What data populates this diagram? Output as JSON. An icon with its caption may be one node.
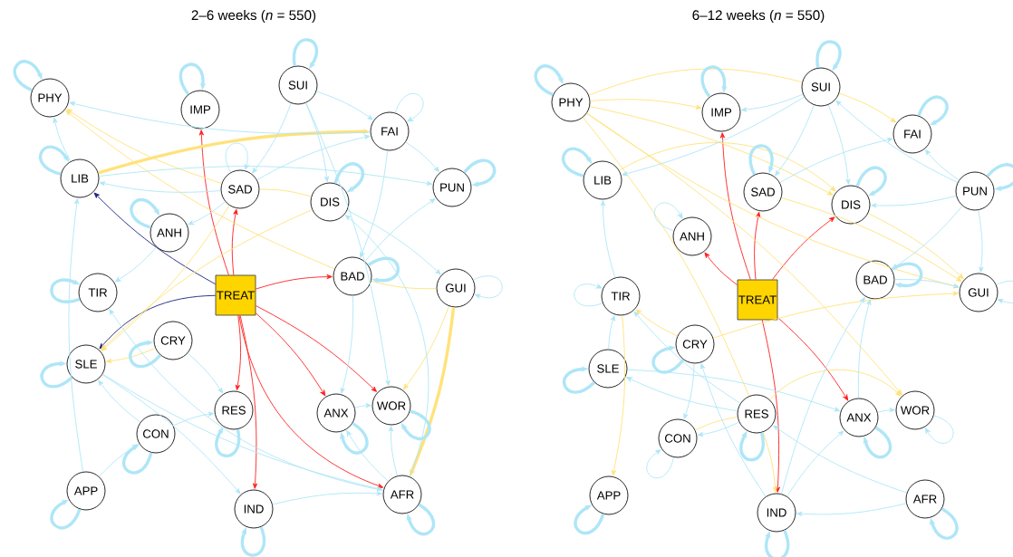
{
  "diagram": {
    "nodes": [
      {
        "text": [
          "PHY"
        ]
      },
      {
        "text": [
          "IMP"
        ]
      },
      {
        "text": [
          "SUI"
        ]
      },
      {
        "text": [
          "FAI"
        ]
      },
      {
        "text": [
          "LIB"
        ]
      },
      {
        "text": [
          "SAD"
        ]
      },
      {
        "text": [
          "DIS"
        ]
      },
      {
        "text": [
          "PUN"
        ]
      },
      {
        "text": [
          "ANH"
        ]
      },
      {
        "text": [
          "BAD"
        ]
      },
      {
        "text": [
          "GUI"
        ]
      },
      {
        "text": [
          "TIR"
        ]
      },
      {
        "text": [
          "TREAT"
        ]
      },
      {
        "text": [
          "CRY"
        ]
      },
      {
        "text": [
          "SLE"
        ]
      },
      {
        "text": [
          "RES"
        ]
      },
      {
        "text": [
          "ANX"
        ]
      },
      {
        "text": [
          "WOR"
        ]
      },
      {
        "text": [
          "CON"
        ]
      },
      {
        "text": [
          "APP"
        ]
      },
      {
        "text": [
          "IND"
        ]
      },
      {
        "text": [
          "AFR"
        ]
      },
      {
        "text": [
          "PHY"
        ]
      },
      {
        "text": [
          "IMP"
        ]
      },
      {
        "text": [
          "SUI"
        ]
      },
      {
        "text": [
          "FAI"
        ]
      },
      {
        "text": [
          "LIB"
        ]
      },
      {
        "text": [
          "SAD"
        ]
      },
      {
        "text": [
          "DIS"
        ]
      },
      {
        "text": [
          "PUN"
        ]
      },
      {
        "text": [
          "ANH"
        ]
      },
      {
        "text": [
          "BAD"
        ]
      },
      {
        "text": [
          "GUI"
        ]
      },
      {
        "text": [
          "TIR"
        ]
      },
      {
        "text": [
          "TREAT"
        ]
      },
      {
        "text": [
          "CRY"
        ]
      },
      {
        "text": [
          "SLE"
        ]
      },
      {
        "text": [
          "RES"
        ]
      },
      {
        "text": [
          "ANX"
        ]
      },
      {
        "text": [
          "WOR"
        ]
      },
      {
        "text": [
          "CON"
        ]
      },
      {
        "text": [
          "APP"
        ]
      },
      {
        "text": [
          "IND"
        ]
      },
      {
        "text": [
          "AFR"
        ]
      }
    ],
    "edges": [
      {
        "from": 12,
        "to": 1,
        "arrow": "to",
        "color": "#ff2020"
      },
      {
        "from": 12,
        "to": 5,
        "arrow": "to",
        "color": "#ff2020"
      },
      {
        "from": 12,
        "to": 9,
        "arrow": "to",
        "color": "#ff2020"
      },
      {
        "from": 12,
        "to": 15,
        "arrow": "to",
        "color": "#ff2020"
      },
      {
        "from": 12,
        "to": 20,
        "arrow": "to",
        "color": "#ff2020"
      },
      {
        "from": 12,
        "to": 16,
        "arrow": "to",
        "color": "#ff2020"
      },
      {
        "from": 12,
        "to": 17,
        "arrow": "to",
        "color": "#ff2020"
      },
      {
        "from": 12,
        "to": 21,
        "arrow": "to",
        "color": "#ff2020"
      },
      {
        "from": 12,
        "to": 4,
        "arrow": "to",
        "color": "#1a237e"
      },
      {
        "from": 12,
        "to": 14,
        "arrow": "to",
        "color": "#1a237e"
      },
      {
        "from": 4,
        "to": 3,
        "arrow": "to",
        "color": "#ffe27a",
        "style": "thick"
      },
      {
        "from": 5,
        "to": 0,
        "arrow": "to",
        "color": "#ffe27a"
      },
      {
        "from": 9,
        "to": 0,
        "arrow": "to",
        "color": "#ffe27a"
      },
      {
        "from": 5,
        "to": 6,
        "arrow": "none",
        "color": "#ffe27a"
      },
      {
        "from": 10,
        "to": 9,
        "arrow": "none",
        "color": "#ffe27a"
      },
      {
        "from": 6,
        "to": 14,
        "arrow": "to",
        "color": "#ffe27a"
      },
      {
        "from": 5,
        "to": 14,
        "arrow": "to",
        "color": "#ffe27a"
      },
      {
        "from": 13,
        "to": 14,
        "arrow": "to",
        "color": "#ffe27a"
      },
      {
        "from": 10,
        "to": 17,
        "arrow": "to",
        "color": "#ffe27a"
      },
      {
        "from": 10,
        "to": 21,
        "arrow": "to",
        "color": "#ffe27a",
        "style": "thick"
      },
      {
        "from": 2,
        "to": 3,
        "arrow": "to"
      },
      {
        "from": 2,
        "to": 5,
        "arrow": "to"
      },
      {
        "from": 2,
        "to": 6,
        "arrow": "to"
      },
      {
        "from": 2,
        "to": 17,
        "arrow": "to"
      },
      {
        "from": 3,
        "to": 7,
        "arrow": "to"
      },
      {
        "from": 4,
        "to": 7,
        "arrow": "to"
      },
      {
        "from": 5,
        "to": 3,
        "arrow": "to"
      },
      {
        "from": 6,
        "to": 10,
        "arrow": "to"
      },
      {
        "from": 9,
        "to": 7,
        "arrow": "to"
      },
      {
        "from": 3,
        "to": 9,
        "arrow": "to"
      },
      {
        "from": 5,
        "to": 4,
        "arrow": "to"
      },
      {
        "from": 4,
        "to": 0,
        "arrow": "to"
      },
      {
        "from": 3,
        "to": 0,
        "arrow": "to"
      },
      {
        "from": 5,
        "to": 8,
        "arrow": "to"
      },
      {
        "from": 8,
        "to": 11,
        "arrow": "to"
      },
      {
        "from": 13,
        "to": 15,
        "arrow": "to"
      },
      {
        "from": 18,
        "to": 14,
        "arrow": "to"
      },
      {
        "from": 18,
        "to": 15,
        "arrow": "to"
      },
      {
        "from": 19,
        "to": 18,
        "arrow": "to"
      },
      {
        "from": 19,
        "to": 4,
        "arrow": "to"
      },
      {
        "from": 14,
        "to": 21,
        "arrow": "to"
      },
      {
        "from": 14,
        "to": 20,
        "arrow": "to"
      },
      {
        "from": 21,
        "to": 16,
        "arrow": "to"
      },
      {
        "from": 21,
        "to": 17,
        "arrow": "to"
      },
      {
        "from": 20,
        "to": 21,
        "arrow": "to"
      },
      {
        "from": 16,
        "to": 17,
        "arrow": "to"
      },
      {
        "from": 9,
        "to": 16,
        "arrow": "to"
      },
      {
        "from": 21,
        "to": 11,
        "arrow": "to"
      },
      {
        "from": 21,
        "to": 6,
        "arrow": "to"
      },
      {
        "from": 0,
        "to": 0,
        "arrow": "to",
        "style": "thick"
      },
      {
        "from": 1,
        "to": 1,
        "arrow": "to",
        "style": "thick"
      },
      {
        "from": 2,
        "to": 2,
        "arrow": "to",
        "style": "thick"
      },
      {
        "from": 3,
        "to": 3,
        "arrow": "to"
      },
      {
        "from": 4,
        "to": 4,
        "arrow": "to",
        "style": "thick"
      },
      {
        "from": 5,
        "to": 5,
        "arrow": "to"
      },
      {
        "from": 6,
        "to": 6,
        "arrow": "to",
        "style": "thick"
      },
      {
        "from": 7,
        "to": 7,
        "arrow": "to",
        "style": "thick"
      },
      {
        "from": 8,
        "to": 8,
        "arrow": "to",
        "style": "thick"
      },
      {
        "from": 9,
        "to": 9,
        "arrow": "to",
        "style": "thick"
      },
      {
        "from": 10,
        "to": 10,
        "arrow": "to"
      },
      {
        "from": 11,
        "to": 11,
        "arrow": "to",
        "style": "thick"
      },
      {
        "from": 13,
        "to": 13,
        "arrow": "to",
        "style": "thick"
      },
      {
        "from": 14,
        "to": 14,
        "arrow": "to",
        "style": "thick"
      },
      {
        "from": 15,
        "to": 15,
        "arrow": "to",
        "style": "thick"
      },
      {
        "from": 16,
        "to": 16,
        "arrow": "to",
        "style": "thick"
      },
      {
        "from": 17,
        "to": 17,
        "arrow": "to",
        "style": "thick"
      },
      {
        "from": 18,
        "to": 18,
        "arrow": "to",
        "style": "thick"
      },
      {
        "from": 19,
        "to": 19,
        "arrow": "to",
        "style": "thick"
      },
      {
        "from": 20,
        "to": 20,
        "arrow": "to",
        "style": "thick"
      },
      {
        "from": 21,
        "to": 21,
        "arrow": "to",
        "style": "thick"
      },
      {
        "from": 34,
        "to": 23,
        "arrow": "to",
        "color": "#ff2020"
      },
      {
        "from": 34,
        "to": 27,
        "arrow": "to",
        "color": "#ff2020"
      },
      {
        "from": 34,
        "to": 30,
        "arrow": "to",
        "color": "#ff2020"
      },
      {
        "from": 34,
        "to": 28,
        "arrow": "to",
        "color": "#ff2020"
      },
      {
        "from": 34,
        "to": 38,
        "arrow": "to",
        "color": "#ff2020"
      },
      {
        "from": 34,
        "to": 42,
        "arrow": "to",
        "color": "#ff2020"
      },
      {
        "from": 22,
        "to": 23,
        "arrow": "to",
        "color": "#ffe27a"
      },
      {
        "from": 22,
        "to": 28,
        "arrow": "to",
        "color": "#ffe27a"
      },
      {
        "from": 22,
        "to": 32,
        "arrow": "to",
        "color": "#ffe27a"
      },
      {
        "from": 22,
        "to": 39,
        "arrow": "to",
        "color": "#ffe27a"
      },
      {
        "from": 22,
        "to": 37,
        "arrow": "none",
        "color": "#ffe27a"
      },
      {
        "from": 24,
        "to": 22,
        "arrow": "none",
        "color": "#ffe27a"
      },
      {
        "from": 24,
        "to": 25,
        "arrow": "to",
        "color": "#ffe27a"
      },
      {
        "from": 26,
        "to": 28,
        "arrow": "to",
        "color": "#ffe27a"
      },
      {
        "from": 27,
        "to": 32,
        "arrow": "to",
        "color": "#ffe27a"
      },
      {
        "from": 28,
        "to": 32,
        "arrow": "to",
        "color": "#ffe27a"
      },
      {
        "from": 33,
        "to": 41,
        "arrow": "to",
        "color": "#ffe27a"
      },
      {
        "from": 35,
        "to": 33,
        "arrow": "to",
        "color": "#ffe27a"
      },
      {
        "from": 37,
        "to": 42,
        "arrow": "to",
        "color": "#ffe27a"
      },
      {
        "from": 37,
        "to": 39,
        "arrow": "to",
        "color": "#ffe27a"
      },
      {
        "from": 35,
        "to": 32,
        "arrow": "to",
        "color": "#ffe27a"
      },
      {
        "from": 40,
        "to": 37,
        "arrow": "none",
        "color": "#ffe27a"
      },
      {
        "from": 24,
        "to": 23,
        "arrow": "to"
      },
      {
        "from": 24,
        "to": 26,
        "arrow": "to"
      },
      {
        "from": 24,
        "to": 27,
        "arrow": "to"
      },
      {
        "from": 24,
        "to": 28,
        "arrow": "to"
      },
      {
        "from": 27,
        "to": 25,
        "arrow": "to"
      },
      {
        "from": 29,
        "to": 25,
        "arrow": "to"
      },
      {
        "from": 29,
        "to": 24,
        "arrow": "to"
      },
      {
        "from": 29,
        "to": 28,
        "arrow": "to"
      },
      {
        "from": 29,
        "to": 32,
        "arrow": "to"
      },
      {
        "from": 31,
        "to": 32,
        "arrow": "to"
      },
      {
        "from": 29,
        "to": 31,
        "arrow": "to"
      },
      {
        "from": 36,
        "to": 33,
        "arrow": "to"
      },
      {
        "from": 33,
        "to": 26,
        "arrow": "to"
      },
      {
        "from": 37,
        "to": 40,
        "arrow": "to"
      },
      {
        "from": 35,
        "to": 40,
        "arrow": "to"
      },
      {
        "from": 38,
        "to": 39,
        "arrow": "to"
      },
      {
        "from": 43,
        "to": 42,
        "arrow": "to"
      },
      {
        "from": 43,
        "to": 37,
        "arrow": "to"
      },
      {
        "from": 37,
        "to": 36,
        "arrow": "to"
      },
      {
        "from": 38,
        "to": 31,
        "arrow": "to"
      },
      {
        "from": 42,
        "to": 31,
        "arrow": "to"
      },
      {
        "from": 42,
        "to": 38,
        "arrow": "to"
      },
      {
        "from": 37,
        "to": 33,
        "arrow": "to"
      },
      {
        "from": 42,
        "to": 35,
        "arrow": "to"
      },
      {
        "from": 36,
        "to": 38,
        "arrow": "to"
      },
      {
        "from": 22,
        "to": 22,
        "arrow": "to",
        "style": "thick"
      },
      {
        "from": 23,
        "to": 23,
        "arrow": "to",
        "style": "thick"
      },
      {
        "from": 24,
        "to": 24,
        "arrow": "to",
        "style": "thick"
      },
      {
        "from": 25,
        "to": 25,
        "arrow": "to",
        "style": "thick"
      },
      {
        "from": 26,
        "to": 26,
        "arrow": "to",
        "style": "thick"
      },
      {
        "from": 27,
        "to": 27,
        "arrow": "to",
        "style": "thick"
      },
      {
        "from": 28,
        "to": 28,
        "arrow": "to",
        "style": "thick"
      },
      {
        "from": 29,
        "to": 29,
        "arrow": "to",
        "style": "thick"
      },
      {
        "from": 30,
        "to": 30,
        "arrow": "to"
      },
      {
        "from": 31,
        "to": 31,
        "arrow": "to",
        "style": "thick"
      },
      {
        "from": 32,
        "to": 32,
        "arrow": "to"
      },
      {
        "from": 33,
        "to": 33,
        "arrow": "to"
      },
      {
        "from": 35,
        "to": 35,
        "arrow": "to",
        "style": "thick"
      },
      {
        "from": 36,
        "to": 36,
        "arrow": "to",
        "style": "thick"
      },
      {
        "from": 37,
        "to": 37,
        "arrow": "to",
        "style": "thick"
      },
      {
        "from": 38,
        "to": 38,
        "arrow": "to",
        "style": "thick"
      },
      {
        "from": 39,
        "to": 39,
        "arrow": "to"
      },
      {
        "from": 40,
        "to": 40,
        "arrow": "to"
      },
      {
        "from": 41,
        "to": 41,
        "arrow": "to",
        "style": "thick"
      },
      {
        "from": 42,
        "to": 42,
        "arrow": "to",
        "style": "thick"
      },
      {
        "from": 43,
        "to": 43,
        "arrow": "to",
        "style": "thick"
      }
    ],
    "labels": [
      "2–6 weeks (*n* = 550)",
      "6–12 weeks (*n* = 550)"
    ]
  }
}
